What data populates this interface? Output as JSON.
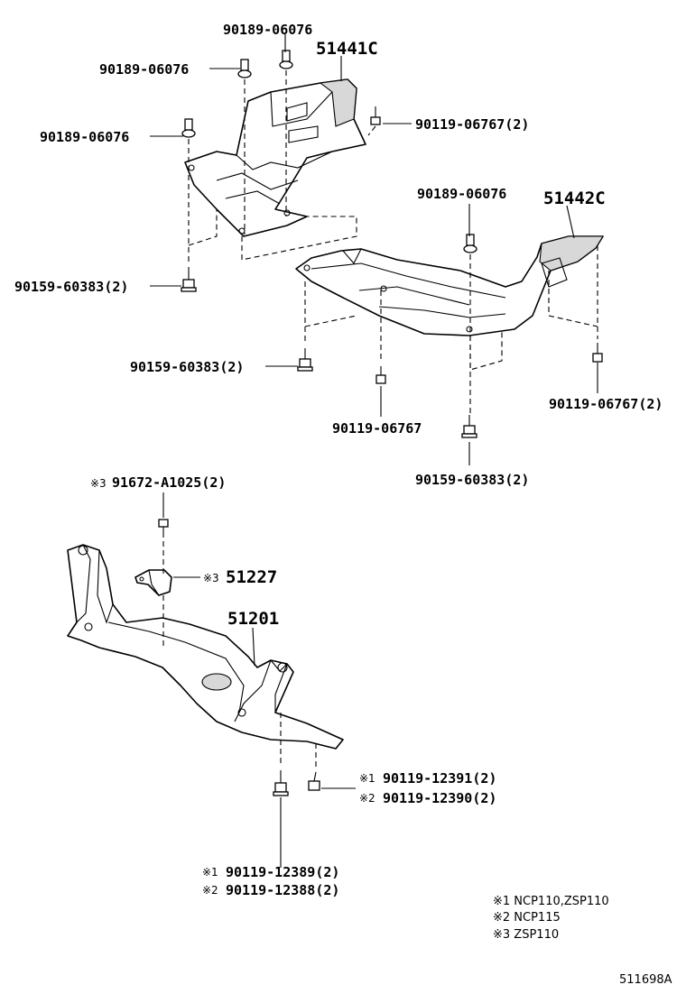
{
  "callouts": {
    "c1": "90189-06076",
    "c2": "90189-06076",
    "c3": "90189-06076",
    "c4": "51441C",
    "c5": "90119-06767(2)",
    "c6": "90159-60383(2)",
    "c7": "90189-06076",
    "c8": "51442C",
    "c9": "90159-60383(2)",
    "c10": "90119-06767",
    "c11": "90119-06767(2)",
    "c12": "90159-60383(2)",
    "c13": "91672-A1025(2)",
    "c14": "51227",
    "c15": "51201",
    "c16": "90119-12391(2)",
    "c17": "90119-12390(2)",
    "c18": "90119-12389(2)",
    "c19": "90119-12388(2)"
  },
  "marks": {
    "m1": "※3",
    "m2": "※3",
    "m3": "※1",
    "m4": "※2",
    "m5": "※1",
    "m6": "※2"
  },
  "legend": {
    "n1": "※1 NCP110,ZSP110",
    "n2": "※2 NCP115",
    "n3": "※3 ZSP110"
  },
  "drawing_id": "511698A"
}
